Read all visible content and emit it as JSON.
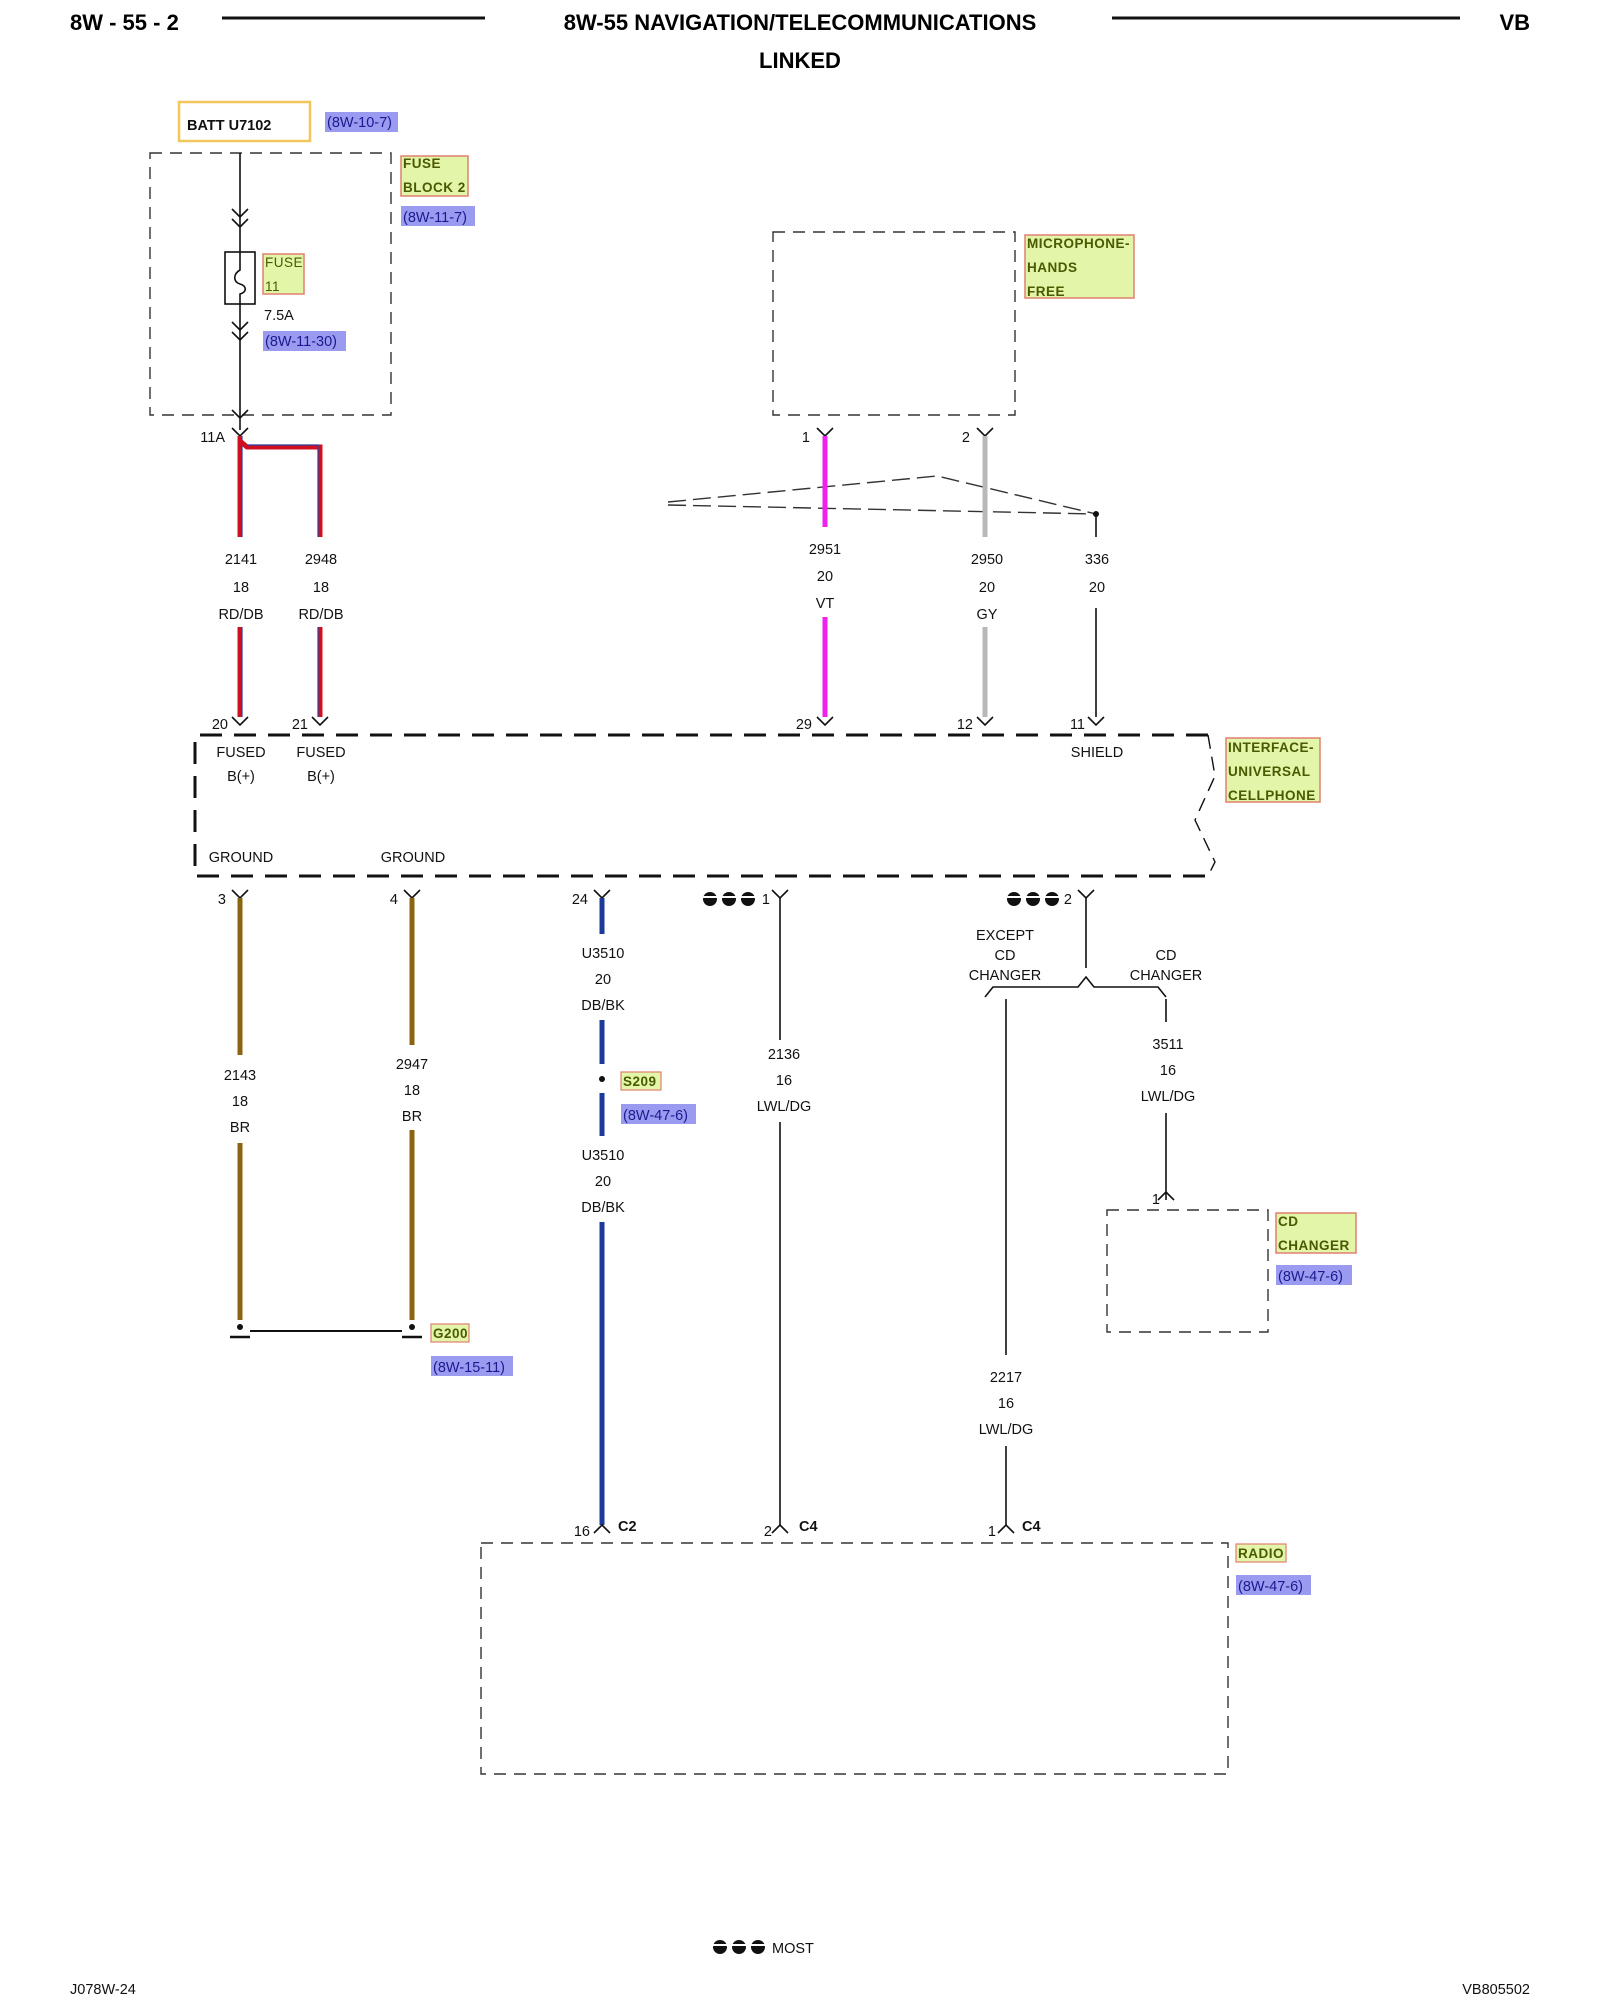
{
  "header": {
    "left": "8W - 55 - 2",
    "title": "8W-55 NAVIGATION/TELECOMMUNICATIONS",
    "subtitle": "LINKED",
    "right": "VB"
  },
  "footer": {
    "left": "J078W-24",
    "right": "VB805502",
    "legend_label": "MOST"
  },
  "components": {
    "batt": {
      "label": "BATT U7102",
      "ref": "(8W-10-7)"
    },
    "fuse_block": {
      "line1": "FUSE",
      "line2": "BLOCK 2",
      "ref": "(8W-11-7)"
    },
    "fuse": {
      "line1": "FUSE",
      "line2": "11",
      "rating": "7.5A",
      "ref": "(8W-11-30)"
    },
    "microphone": {
      "line1": "MICROPHONE-",
      "line2": "HANDS",
      "line3": "FREE"
    },
    "interface": {
      "line1": "INTERFACE-",
      "line2": "UNIVERSAL",
      "line3": "CELLPHONE"
    },
    "cd_changer": {
      "line1": "CD",
      "line2": "CHANGER",
      "ref": "(8W-47-6)"
    },
    "radio": {
      "label": "RADIO",
      "ref": "(8W-47-6)"
    },
    "s209": {
      "label": "S209",
      "ref": "(8W-47-6)"
    },
    "g200": {
      "label": "G200",
      "ref": "(8W-15-11)"
    }
  },
  "pins": {
    "fuse_out": "11A",
    "mic_1": "1",
    "mic_2": "2",
    "if_20": "20",
    "if_21": "21",
    "if_29": "29",
    "if_12": "12",
    "if_11": "11",
    "if_3": "3",
    "if_4": "4",
    "if_24": "24",
    "if_1": "1",
    "if_2": "2",
    "cd_1": "1",
    "radio_16": "16",
    "radio_c2": "C2",
    "radio_2": "2",
    "radio_c4a": "C4",
    "radio_1": "1",
    "radio_c4b": "C4"
  },
  "pin_labels": {
    "fused_1a": "FUSED",
    "fused_1b": "B(+)",
    "fused_2a": "FUSED",
    "fused_2b": "B(+)",
    "shield": "SHIELD",
    "ground_1": "GROUND",
    "ground_2": "GROUND"
  },
  "branch": {
    "except_1": "EXCEPT",
    "except_2": "CD",
    "except_3": "CHANGER",
    "cd_1": "CD",
    "cd_2": "CHANGER"
  },
  "wires": [
    {
      "circuit": "2141",
      "gauge": "18",
      "color": "RD/DB",
      "stroke": "#d01020",
      "tracer": "#2a3fa0"
    },
    {
      "circuit": "2948",
      "gauge": "18",
      "color": "RD/DB",
      "stroke": "#d01020",
      "tracer": "#2a3fa0"
    },
    {
      "circuit": "2951",
      "gauge": "20",
      "color": "VT",
      "stroke": "#ee22ee"
    },
    {
      "circuit": "2950",
      "gauge": "20",
      "color": "GY",
      "stroke": "#b8b8b8"
    },
    {
      "circuit": "336",
      "gauge": "20",
      "color": ""
    },
    {
      "circuit": "2143",
      "gauge": "18",
      "color": "BR",
      "stroke": "#8a6410"
    },
    {
      "circuit": "2947",
      "gauge": "18",
      "color": "BR",
      "stroke": "#8a6410"
    },
    {
      "circuit": "U3510",
      "gauge": "20",
      "color": "DB/BK",
      "stroke": "#1b3a9a"
    },
    {
      "circuit": "U3510",
      "gauge": "20",
      "color": "DB/BK",
      "stroke": "#1b3a9a"
    },
    {
      "circuit": "2136",
      "gauge": "16",
      "color": "LWL/DG"
    },
    {
      "circuit": "3511",
      "gauge": "16",
      "color": "LWL/DG"
    },
    {
      "circuit": "2217",
      "gauge": "16",
      "color": "LWL/DG"
    }
  ],
  "colors": {
    "component_label_bg": "#e2f5a8",
    "component_label_border": "#e08070",
    "ref_bg": "#9a9af0",
    "batt_border": "#f2c65a"
  }
}
